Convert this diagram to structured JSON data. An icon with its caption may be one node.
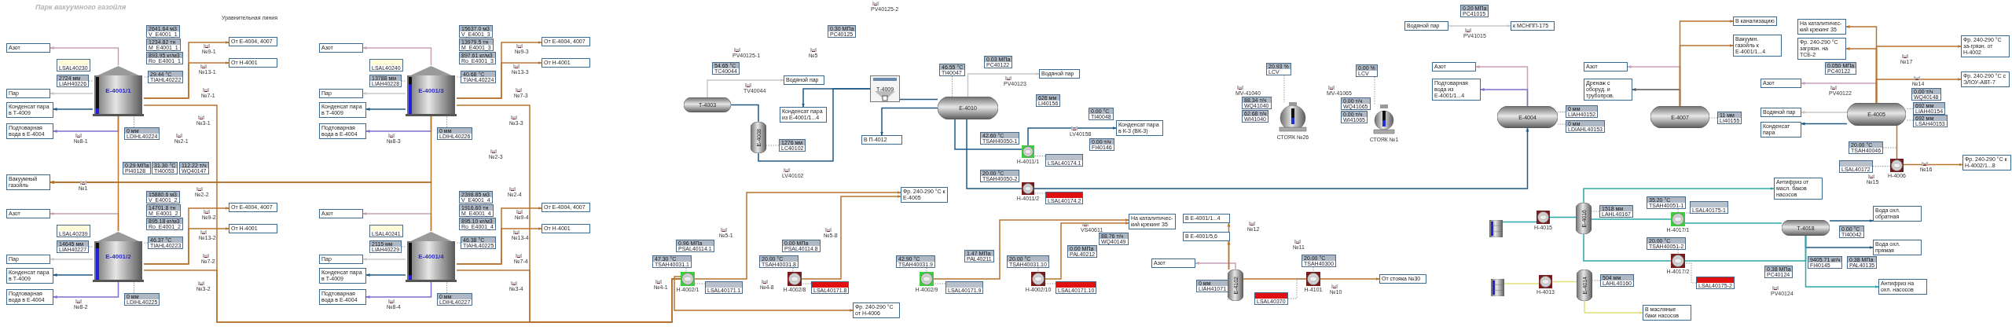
{
  "diagram": {
    "title": "Парк вакуумного газойля",
    "nodes": [
      {
        "text": [
          "Азот"
        ]
      },
      {
        "text": [
          "Пар"
        ]
      },
      {
        "text": [
          "Конденсат пара в Т-4009"
        ]
      },
      {
        "text": [
          "Подтоварная вода в Е-4004"
        ]
      },
      {
        "text": [
          "Е-4001/1"
        ]
      },
      {
        "text": [
          "2641.64 м3",
          "V_E4001_1"
        ]
      },
      {
        "text": [
          "1234.82 тн",
          "M_E4001_1"
        ]
      },
      {
        "text": [
          "893.95 кг/м3",
          "Ro_E4001_1"
        ]
      },
      {
        "text": [
          "LSAL40230"
        ]
      },
      {
        "text": [
          "2724 мм",
          "LIAH40226"
        ]
      },
      {
        "text": [
          "29.44 °С",
          "TIAHL40222"
        ]
      },
      {
        "text": [
          "0 мм",
          "LDIHL40224"
        ]
      },
      {
        "text": [
          "От Е-4004, 4007"
        ]
      },
      {
        "text": [
          "От Н-4001"
        ]
      },
      {
        "text": [
          "Азот"
        ]
      },
      {
        "text": [
          "Пар"
        ]
      },
      {
        "text": [
          "Конденсат пара в Т-4009"
        ]
      },
      {
        "text": [
          "Подтоварная вода в Е-4004"
        ]
      },
      {
        "text": [
          "Е-4001/2"
        ]
      },
      {
        "text": [
          "15880.6 м3",
          "V_E4001_2"
        ]
      },
      {
        "text": [
          "14701.8 тн",
          "M_E4001_2"
        ]
      },
      {
        "text": [
          "895.18 кг/м3",
          "Ro_E4001_2"
        ]
      },
      {
        "text": [
          "LSAL40239"
        ]
      },
      {
        "text": [
          "14645 мм",
          "LIAH40227"
        ]
      },
      {
        "text": [
          "46.37 °С",
          "TIAHL40223"
        ]
      },
      {
        "text": [
          "0 мм",
          "LDIHL40225"
        ]
      },
      {
        "text": [
          "От Е-4004, 4007"
        ]
      },
      {
        "text": [
          "От Н-4001"
        ]
      },
      {
        "text": [
          "Азот"
        ]
      },
      {
        "text": [
          "Пар"
        ]
      },
      {
        "text": [
          "Конденсат пара в Т-4009"
        ]
      },
      {
        "text": [
          "Подтоварная вода в Е-4004"
        ]
      },
      {
        "text": [
          "Е-4001/3"
        ]
      },
      {
        "text": [
          "15637.0 м3",
          "V_E4001_3"
        ]
      },
      {
        "text": [
          "13979.5 тн",
          "M_E4001_3"
        ]
      },
      {
        "text": [
          "897.61 кг/м3",
          "Ro_E4001_3"
        ]
      },
      {
        "text": [
          "LSAL40240"
        ]
      },
      {
        "text": [
          "13788 мм",
          "LIAH40228"
        ]
      },
      {
        "text": [
          "40.68 °С",
          "TIAHL40224"
        ]
      },
      {
        "text": [
          "0 мм",
          "LDIHL40226"
        ]
      },
      {
        "text": [
          "От Е-4004, 4007"
        ]
      },
      {
        "text": [
          "От Н-4001"
        ]
      },
      {
        "text": [
          "Азот"
        ]
      },
      {
        "text": [
          "Пар"
        ]
      },
      {
        "text": [
          "Конденсат пара в Т-4009"
        ]
      },
      {
        "text": [
          "Подтоварная вода в Е-4004"
        ]
      },
      {
        "text": [
          "Е-4001/4"
        ]
      },
      {
        "text": [
          "2398.85 м3",
          "V_E4001_4"
        ]
      },
      {
        "text": [
          "1916.60 тн",
          "M_E4001_4"
        ]
      },
      {
        "text": [
          "895.10 кг/м3",
          "Ro_E4001_4"
        ]
      },
      {
        "text": [
          "LSAL40241"
        ]
      },
      {
        "text": [
          "2115 мм",
          "LIAH40229"
        ]
      },
      {
        "text": [
          "46.38 °С",
          "TIAHL40225"
        ]
      },
      {
        "text": [
          "0 мм",
          "LDIHL40227"
        ]
      },
      {
        "text": [
          "От Е-4004, 4007"
        ]
      },
      {
        "text": [
          "От Н-4001"
        ]
      },
      {
        "text": [
          "Вакуумный газойль"
        ]
      },
      {
        "text": [
          "0.29 МПа",
          "PI40128"
        ]
      },
      {
        "text": [
          "31.30 °С",
          "TI40053"
        ]
      },
      {
        "text": [
          "112.22 т/ч",
          "WQ40147"
        ]
      },
      {
        "text": [
          "0.30 МПа",
          "PC40125"
        ]
      },
      {
        "text": [
          "54.65 °С",
          "TC40044"
        ]
      },
      {
        "text": [
          "Водяной пар"
        ]
      },
      {
        "text": [
          "Т-4003"
        ]
      },
      {
        "text": [
          "Е-4008"
        ]
      },
      {
        "text": [
          "1276 мм",
          "LC40102"
        ]
      },
      {
        "text": [
          "Конденсат пара из Е-4001/1...4"
        ]
      },
      {
        "text": [
          "Т-4009"
        ]
      },
      {
        "text": [
          "Е-4010"
        ]
      },
      {
        "text": [
          "46.55 °С",
          "TI40047"
        ]
      },
      {
        "text": [
          "0.03 МПа",
          "PC40122"
        ]
      },
      {
        "text": [
          "В П-4012"
        ]
      },
      {
        "text": [
          "42.60 °С",
          "TSAH40050-1"
        ]
      },
      {
        "text": [
          "20.00 °С",
          "TSAH40050-2"
        ]
      },
      {
        "text": [
          "Водяной пар"
        ]
      },
      {
        "text": [
          "626 мм",
          "LI40156"
        ]
      },
      {
        "text": [
          "0.00 °С",
          "TI40048"
        ]
      },
      {
        "text": [
          "Конденсат пара в К-3 (ВК-3)"
        ]
      },
      {
        "text": [
          "0.00 т/ч",
          "FI40146"
        ]
      },
      {
        "text": [],
        "shape": "pump",
        "beside": [
          "Н-4011/1"
        ]
      },
      {
        "text": [
          "LSAL40174.1"
        ]
      },
      {
        "text": [],
        "shape": "pump",
        "beside": [
          "Н-4011/2"
        ]
      },
      {
        "text": [
          "LSAL40174.2"
        ]
      },
      {
        "text": [
          "Фр. 240-290 °С к Е-4005"
        ]
      },
      {
        "text": [
          "47.30 °С",
          "TSAH40031.1"
        ]
      },
      {
        "text": [
          "0.96 МПа",
          "PSAL40114.1"
        ]
      },
      {
        "text": [],
        "shape": "pump",
        "beside": [
          "Н-4002/1"
        ]
      },
      {
        "text": [
          "LSAL40171.1"
        ]
      },
      {
        "text": [
          "0.00 МПа",
          "PSAL40114.8"
        ]
      },
      {
        "text": [
          "20.00 °С",
          "TSAH40031.8"
        ]
      },
      {
        "text": [],
        "shape": "pump",
        "beside": [
          "Н-4002/8"
        ]
      },
      {
        "text": [
          "LSAL40171.8"
        ]
      },
      {
        "text": [
          "Фр. 240-290 °С от Н-4006"
        ]
      },
      {
        "text": [
          "42.90 °С",
          "TSAH40031.9"
        ]
      },
      {
        "text": [
          "1.47 МПа",
          "PAL40211"
        ]
      },
      {
        "text": [],
        "shape": "pump",
        "beside": [
          "Н-4002/9"
        ]
      },
      {
        "text": [
          "LSAL40171.9"
        ]
      },
      {
        "text": [
          "20.00 °С",
          "TSAH40031.10"
        ]
      },
      {
        "text": [
          "0.00 МПа",
          "PAL40212"
        ]
      },
      {
        "text": [],
        "shape": "pump",
        "beside": [
          "Н-4002/10"
        ]
      },
      {
        "text": [
          "LSAL40171.10"
        ]
      },
      {
        "text": [
          "На каталитичес-кий крекинг 35"
        ]
      },
      {
        "text": [
          "88.76 т/ч",
          "WQ40149"
        ]
      },
      {
        "text": [
          "20.93 %",
          "LCV"
        ]
      },
      {
        "text": [
          "88.34 т/ч",
          "WQ41040"
        ]
      },
      {
        "text": [
          "62.68 т/ч",
          "WI41040"
        ]
      },
      {
        "text": [],
        "shape": "truck",
        "beside": [
          "СТОЯК №26"
        ]
      },
      {
        "text": [
          "0.00 %",
          "LCV"
        ]
      },
      {
        "text": [
          "0.00 т/ч",
          "WQ41065"
        ]
      },
      {
        "text": [
          "0.00 т/ч",
          "WI41065"
        ]
      },
      {
        "text": [],
        "shape": "truck",
        "beside": [
          "СТОЯК №1"
        ]
      },
      {
        "text": [
          "В Е-4001/1...4"
        ]
      },
      {
        "text": [
          "В Е-4001/5,6"
        ]
      },
      {
        "text": [
          "Азот"
        ]
      },
      {
        "text": [
          "0 мм",
          "LIAH41071"
        ]
      },
      {
        "text": [
          "Е-4102"
        ]
      },
      {
        "text": [
          "20.00 °С",
          "TSAH40300"
        ]
      },
      {
        "text": [
          "LSAL40370"
        ]
      },
      {
        "text": [],
        "shape": "pump",
        "beside": [
          "Н-4101"
        ]
      },
      {
        "text": [
          "От стояка №30"
        ]
      },
      {
        "text": [
          "0.20 МПа",
          "PC41015"
        ]
      },
      {
        "text": [
          "Водяной пар"
        ]
      },
      {
        "text": [
          "к МСНПП-175"
        ]
      },
      {
        "text": [
          "Азот"
        ]
      },
      {
        "text": [
          "Подтоварная вода из Е-4001/1...4"
        ]
      },
      {
        "text": [
          "Е-4004"
        ]
      },
      {
        "text": [
          "0 мм",
          "LIAH40152"
        ]
      },
      {
        "text": [
          "0 мм",
          "LDIAHL40153"
        ]
      },
      {
        "text": [
          "Азот"
        ]
      },
      {
        "text": [
          "Дренаж с оборуд. и трубопров."
        ]
      },
      {
        "text": [
          "Е-4007"
        ]
      },
      {
        "text": [
          "11 мм",
          "LI40155"
        ]
      },
      {
        "text": [
          "В канализацию"
        ]
      },
      {
        "text": [
          "Вакуумн. газойль к Е-4001/1...4"
        ]
      },
      {
        "text": [],
        "shape": "barrel"
      },
      {
        "text": [],
        "shape": "pump",
        "beside": [
          "Н-4015"
        ]
      },
      {
        "text": [
          "Е-4016"
        ]
      },
      {
        "text": [
          "1518 мм",
          "LAHL40167"
        ]
      },
      {
        "text": [],
        "shape": "barrel"
      },
      {
        "text": [],
        "shape": "pump",
        "beside": [
          "Н-4013"
        ]
      },
      {
        "text": [
          "Е-4014"
        ]
      },
      {
        "text": [
          "504 мм",
          "LAHL40160"
        ]
      },
      {
        "text": [
          "В масляные баки насосов"
        ]
      },
      {
        "text": [
          "35.20 °С",
          "TSAH40051-1"
        ]
      },
      {
        "text": [],
        "shape": "pump",
        "beside": [
          "Н-4017/1"
        ]
      },
      {
        "text": [
          "LSAL40175-1"
        ]
      },
      {
        "text": [
          "20.00 °С",
          "TSAH40051-2"
        ]
      },
      {
        "text": [],
        "shape": "pump",
        "beside": [
          "Н-4017/2"
        ]
      },
      {
        "text": [
          "LSAL40175-2"
        ]
      },
      {
        "text": [
          "Антифриз от масл. баков насосов"
        ]
      },
      {
        "text": [
          "Т-4018"
        ]
      },
      {
        "text": [
          "Вода охл. обратная"
        ]
      },
      {
        "text": [
          "0.00 °С",
          "TI40042"
        ]
      },
      {
        "text": [
          "Вода охл. прямая"
        ]
      },
      {
        "text": [
          "9405.71 кг/ч",
          "FI40145"
        ]
      },
      {
        "text": [
          "0.38 МПа",
          "PAL40135"
        ]
      },
      {
        "text": [
          "0.38 МПа",
          "PC40124"
        ]
      },
      {
        "text": [
          "Антифриз на охл. насосов"
        ]
      },
      {
        "text": [
          "На каталитичес-кий крекинг 35"
        ]
      },
      {
        "text": [
          "Фр. 240-290 °С загрязн. на ТСБ-2"
        ]
      },
      {
        "text": [
          "Фр. 240-290 °С за-грязн. от Н-4002"
        ]
      },
      {
        "text": [
          "0.050 МПа",
          "PC40122"
        ]
      },
      {
        "text": [
          "Азот"
        ]
      },
      {
        "text": [
          "Водяной пар"
        ]
      },
      {
        "text": [
          "Конденсат пара"
        ]
      },
      {
        "text": [
          "Е-4005"
        ]
      },
      {
        "text": [
          "Фр. 240-290 °С с ЭЛОУ-АВТ-7"
        ]
      },
      {
        "text": [
          "0.00 т/ч",
          "WQ40148"
        ]
      },
      {
        "text": [
          "692 мм",
          "LIAH40154"
        ]
      },
      {
        "text": [
          "692 мм",
          "LSAH40153"
        ]
      },
      {
        "text": [
          "20.00 °С",
          "TSAH40046"
        ]
      },
      {
        "text": [],
        "shape": "pump",
        "beside": [
          "Н-4006"
        ]
      },
      {
        "text": [
          "LSAL40172"
        ]
      },
      {
        "text": [
          "Фр. 240-290 °С к Н-4002/1...8"
        ]
      }
    ],
    "edges": [
      {
        "from": 4,
        "to": 0,
        "arrow": "to",
        "color": "#c9a0b8"
      },
      {
        "from": 4,
        "to": 1,
        "arrow": "to",
        "color": "#c8c8c8"
      },
      {
        "from": 4,
        "to": 2,
        "arrow": "to",
        "color": "#1f5a85"
      },
      {
        "from": 4,
        "to": 3,
        "arrow": "to",
        "color": "#7b6fd0"
      },
      {
        "from": 4,
        "to": 12,
        "arrow": "to"
      },
      {
        "from": 4,
        "to": 13,
        "arrow": "to"
      },
      {
        "from": 9,
        "to": 4,
        "arrow": "none",
        "style": "dashed",
        "color": "#707070"
      },
      {
        "from": 10,
        "to": 4,
        "arrow": "none",
        "style": "dashed",
        "color": "#707070"
      },
      {
        "from": 11,
        "to": 4,
        "arrow": "none",
        "style": "dashed",
        "color": "#707070"
      },
      {
        "from": 4,
        "to": 56,
        "arrow": "to"
      },
      {
        "from": 4,
        "to": 86,
        "arrow": "none"
      },
      {
        "from": 18,
        "to": 14,
        "arrow": "to",
        "color": "#c9a0b8"
      },
      {
        "from": 18,
        "to": 15,
        "arrow": "to",
        "color": "#c8c8c8"
      },
      {
        "from": 18,
        "to": 16,
        "arrow": "to",
        "color": "#1f5a85"
      },
      {
        "from": 18,
        "to": 17,
        "arrow": "to",
        "color": "#7b6fd0"
      },
      {
        "from": 18,
        "to": 26,
        "arrow": "to"
      },
      {
        "from": 18,
        "to": 27,
        "arrow": "to"
      },
      {
        "from": 23,
        "to": 18,
        "arrow": "none",
        "style": "dashed",
        "color": "#707070"
      },
      {
        "from": 24,
        "to": 18,
        "arrow": "none",
        "style": "dashed",
        "color": "#707070"
      },
      {
        "from": 25,
        "to": 18,
        "arrow": "none",
        "style": "dashed",
        "color": "#707070"
      },
      {
        "from": 18,
        "to": 56,
        "arrow": "to"
      },
      {
        "from": 18,
        "to": 86,
        "arrow": "none"
      },
      {
        "from": 32,
        "to": 28,
        "arrow": "to",
        "color": "#c9a0b8"
      },
      {
        "from": 32,
        "to": 29,
        "arrow": "to",
        "color": "#c8c8c8"
      },
      {
        "from": 32,
        "to": 30,
        "arrow": "to",
        "color": "#1f5a85"
      },
      {
        "from": 32,
        "to": 31,
        "arrow": "to",
        "color": "#7b6fd0"
      },
      {
        "from": 32,
        "to": 40,
        "arrow": "to"
      },
      {
        "from": 32,
        "to": 41,
        "arrow": "to"
      },
      {
        "from": 37,
        "to": 32,
        "arrow": "none",
        "style": "dashed",
        "color": "#707070"
      },
      {
        "from": 38,
        "to": 32,
        "arrow": "none",
        "style": "dashed",
        "color": "#707070"
      },
      {
        "from": 39,
        "to": 32,
        "arrow": "none",
        "style": "dashed",
        "color": "#707070"
      },
      {
        "from": 32,
        "to": 56,
        "arrow": "to"
      },
      {
        "from": 32,
        "to": 86,
        "arrow": "none"
      },
      {
        "from": 46,
        "to": 42,
        "arrow": "to",
        "color": "#c9a0b8"
      },
      {
        "from": 46,
        "to": 43,
        "arrow": "to",
        "color": "#c8c8c8"
      },
      {
        "from": 46,
        "to": 44,
        "arrow": "to",
        "color": "#1f5a85"
      },
      {
        "from": 46,
        "to": 45,
        "arrow": "to",
        "color": "#7b6fd0"
      },
      {
        "from": 46,
        "to": 54,
        "arrow": "to"
      },
      {
        "from": 46,
        "to": 55,
        "arrow": "to"
      },
      {
        "from": 51,
        "to": 46,
        "arrow": "none",
        "style": "dashed",
        "color": "#707070"
      },
      {
        "from": 52,
        "to": 46,
        "arrow": "none",
        "style": "dashed",
        "color": "#707070"
      },
      {
        "from": 53,
        "to": 46,
        "arrow": "none",
        "style": "dashed",
        "color": "#707070"
      },
      {
        "from": 46,
        "to": 56,
        "arrow": "to"
      },
      {
        "from": 46,
        "to": 86,
        "arrow": "none"
      },
      {
        "from": 63,
        "to": 62,
        "arrow": "to",
        "color": "#c8c8c8"
      },
      {
        "from": 63,
        "to": 64,
        "arrow": "none",
        "color": "#1f5a85"
      },
      {
        "from": 64,
        "to": 67,
        "arrow": "none",
        "color": "#1f5a85"
      },
      {
        "from": 67,
        "to": 66,
        "arrow": "to",
        "color": "#1f5a85"
      },
      {
        "from": 67,
        "to": 68,
        "arrow": "none",
        "color": "#1f5a85"
      },
      {
        "from": 68,
        "to": 71,
        "arrow": "to",
        "color": "#1f5a85"
      },
      {
        "from": 68,
        "to": 79,
        "arrow": "none",
        "color": "#1f5a85"
      },
      {
        "from": 68,
        "to": 81,
        "arrow": "none",
        "color": "#1f5a85"
      },
      {
        "from": 79,
        "to": 77,
        "arrow": "to",
        "color": "#1f5a85"
      },
      {
        "from": 81,
        "to": 125,
        "arrow": "to",
        "color": "#1f5a85"
      },
      {
        "from": 68,
        "to": 74,
        "arrow": "to",
        "color": "#c8c8c8"
      },
      {
        "from": 86,
        "to": 83,
        "arrow": "to"
      },
      {
        "from": 90,
        "to": 83,
        "arrow": "to"
      },
      {
        "from": 86,
        "to": 92,
        "arrow": "to"
      },
      {
        "from": 95,
        "to": 101,
        "arrow": "to"
      },
      {
        "from": 99,
        "to": 101,
        "arrow": "to"
      },
      {
        "from": 84,
        "to": 86,
        "arrow": "none",
        "style": "dashed",
        "color": "#707070"
      },
      {
        "from": 87,
        "to": 86,
        "arrow": "none",
        "style": "dashed",
        "color": "#707070"
      },
      {
        "from": 89,
        "to": 90,
        "arrow": "none",
        "style": "dashed",
        "color": "#707070"
      },
      {
        "from": 91,
        "to": 90,
        "arrow": "none",
        "style": "dashed",
        "color": "#707070"
      },
      {
        "from": 93,
        "to": 95,
        "arrow": "none",
        "style": "dashed",
        "color": "#707070"
      },
      {
        "from": 96,
        "to": 95,
        "arrow": "none",
        "style": "dashed",
        "color": "#707070"
      },
      {
        "from": 97,
        "to": 99,
        "arrow": "none",
        "style": "dashed",
        "color": "#707070"
      },
      {
        "from": 100,
        "to": 99,
        "arrow": "none",
        "style": "dashed",
        "color": "#707070"
      },
      {
        "from": 80,
        "to": 79,
        "arrow": "none",
        "style": "dashed",
        "color": "#707070"
      },
      {
        "from": 82,
        "to": 81,
        "arrow": "none",
        "style": "dashed",
        "color": "#707070"
      },
      {
        "from": 65,
        "to": 64,
        "arrow": "none",
        "style": "dashed",
        "color": "#707070"
      },
      {
        "from": 69,
        "to": 68,
        "arrow": "none",
        "style": "dashed",
        "color": "#707070"
      },
      {
        "from": 103,
        "to": 106,
        "arrow": "none",
        "style": "dashed",
        "color": "#707070"
      },
      {
        "from": 107,
        "to": 110,
        "arrow": "none",
        "style": "dashed",
        "color": "#707070"
      },
      {
        "from": 115,
        "to": 113,
        "arrow": "to",
        "color": "#c9a0b8"
      },
      {
        "from": 114,
        "to": 115,
        "arrow": "none",
        "style": "dashed",
        "color": "#707070"
      },
      {
        "from": 115,
        "to": 118,
        "arrow": "none"
      },
      {
        "from": 116,
        "to": 118,
        "arrow": "none",
        "style": "dashed",
        "color": "#707070"
      },
      {
        "from": 117,
        "to": 118,
        "arrow": "none",
        "style": "dashed",
        "color": "#707070"
      },
      {
        "from": 118,
        "to": 119,
        "arrow": "to"
      },
      {
        "from": 115,
        "to": 111,
        "arrow": "to"
      },
      {
        "from": 115,
        "to": 112,
        "arrow": "to"
      },
      {
        "from": 121,
        "to": 122,
        "arrow": "to",
        "color": "#c8c8c8"
      },
      {
        "from": 125,
        "to": 123,
        "arrow": "to",
        "color": "#c9a0b8"
      },
      {
        "from": 125,
        "to": 124,
        "arrow": "to",
        "color": "#7b6fd0"
      },
      {
        "from": 126,
        "to": 125,
        "arrow": "none",
        "style": "dashed",
        "color": "#707070"
      },
      {
        "from": 127,
        "to": 125,
        "arrow": "none",
        "style": "dashed",
        "color": "#707070"
      },
      {
        "from": 130,
        "to": 128,
        "arrow": "to",
        "color": "#c9a0b8"
      },
      {
        "from": 130,
        "to": 129,
        "arrow": "to",
        "color": "#555555"
      },
      {
        "from": 131,
        "to": 130,
        "arrow": "none",
        "style": "dashed",
        "color": "#707070"
      },
      {
        "from": 130,
        "to": 132,
        "arrow": "to"
      },
      {
        "from": 130,
        "to": 133,
        "arrow": "to"
      },
      {
        "from": 134,
        "to": 135,
        "arrow": "none",
        "color": "#2aa8a8"
      },
      {
        "from": 135,
        "to": 136,
        "arrow": "none",
        "color": "#2aa8a8"
      },
      {
        "from": 137,
        "to": 136,
        "arrow": "none",
        "style": "dashed",
        "color": "#707070"
      },
      {
        "from": 136,
        "to": 144,
        "arrow": "none",
        "color": "#2aa8a8"
      },
      {
        "from": 136,
        "to": 147,
        "arrow": "none",
        "color": "#2aa8a8"
      },
      {
        "from": 136,
        "to": 149,
        "arrow": "to",
        "color": "#2aa8a8"
      },
      {
        "from": 138,
        "to": 139,
        "arrow": "none",
        "color": "#e0e07a"
      },
      {
        "from": 139,
        "to": 140,
        "arrow": "none",
        "color": "#e0e07a"
      },
      {
        "from": 141,
        "to": 140,
        "arrow": "none",
        "style": "dashed",
        "color": "#707070"
      },
      {
        "from": 140,
        "to": 142,
        "arrow": "to",
        "color": "#e0e07a"
      },
      {
        "from": 143,
        "to": 144,
        "arrow": "none",
        "style": "dashed",
        "color": "#707070"
      },
      {
        "from": 145,
        "to": 144,
        "arrow": "none",
        "style": "dashed",
        "color": "#707070"
      },
      {
        "from": 146,
        "to": 147,
        "arrow": "none",
        "style": "dashed",
        "color": "#707070"
      },
      {
        "from": 148,
        "to": 147,
        "arrow": "none",
        "style": "dashed",
        "color": "#707070"
      },
      {
        "from": 144,
        "to": 150,
        "arrow": "none",
        "color": "#2aa8a8"
      },
      {
        "from": 147,
        "to": 150,
        "arrow": "none",
        "color": "#2aa8a8"
      },
      {
        "from": 150,
        "to": 151,
        "arrow": "to",
        "color": "#1f5a85"
      },
      {
        "from": 150,
        "to": 153,
        "arrow": "to",
        "color": "#1f5a85"
      },
      {
        "from": 150,
        "to": 157,
        "arrow": "to",
        "color": "#2aa8a8"
      },
      {
        "from": 165,
        "to": 162,
        "arrow": "to",
        "color": "#c9a0b8"
      },
      {
        "from": 165,
        "to": 163,
        "arrow": "to",
        "color": "#c8c8c8"
      },
      {
        "from": 165,
        "to": 164,
        "arrow": "to",
        "color": "#1f5a85"
      },
      {
        "from": 165,
        "to": 166,
        "arrow": "to"
      },
      {
        "from": 165,
        "to": 171,
        "arrow": "none"
      },
      {
        "from": 171,
        "to": 173,
        "arrow": "to"
      },
      {
        "from": 170,
        "to": 171,
        "arrow": "none",
        "style": "dashed",
        "color": "#707070"
      },
      {
        "from": 172,
        "to": 171,
        "arrow": "none",
        "style": "dashed",
        "color": "#707070"
      },
      {
        "from": 168,
        "to": 165,
        "arrow": "none",
        "style": "dashed",
        "color": "#707070"
      },
      {
        "from": 169,
        "to": 165,
        "arrow": "none",
        "style": "dashed",
        "color": "#707070"
      },
      {
        "from": 165,
        "to": 158,
        "arrow": "to"
      },
      {
        "from": 165,
        "to": 159,
        "arrow": "to"
      },
      {
        "from": 165,
        "to": 160,
        "arrow": "to"
      }
    ],
    "labels": [
      "Уравнительная линия",
      "№9-1",
      "№13-1",
      "№7-1",
      "№3-1",
      "№8-1",
      "№2-1",
      "№1",
      "№2-2",
      "№9-2",
      "№13-2",
      "№7-2",
      "№3-2",
      "№8-2",
      "№9-3",
      "№13-3",
      "№7-3",
      "№3-3",
      "№8-3",
      "№2-3",
      "№2-4",
      "№9-4",
      "№13-4",
      "№7-4",
      "№3-4",
      "№8-4",
      "PV40125-2",
      "PV40125-1",
      "№5",
      "TV40044",
      "LV40102",
      "№5-1",
      "№5-8",
      "№4-1",
      "№4-8",
      "PV40123",
      "LV40158",
      "MV-41040",
      "MV-41065",
      "VS40611",
      "№12",
      "№11",
      "№10",
      "PV41015",
      "№17",
      "PV40122",
      "№14",
      "№15",
      "№16",
      "PV40124"
    ]
  }
}
